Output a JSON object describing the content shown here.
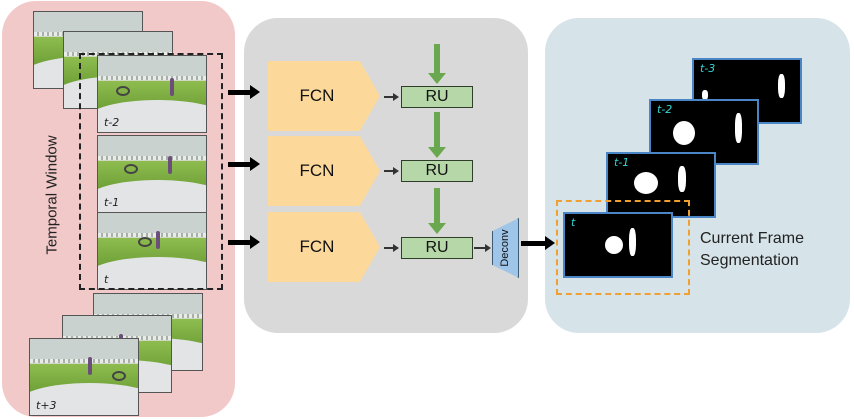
{
  "left": {
    "temporal_window_label": "Temporal Window",
    "frame_labels": [
      "t-2",
      "t-1",
      "t",
      "t+3"
    ]
  },
  "middle": {
    "fcn_label": "FCN",
    "ru_label": "RU",
    "deconv_label": "Deconv"
  },
  "right": {
    "seg_labels": [
      "t-3",
      "t-2",
      "t-1",
      "t"
    ],
    "caption": "Current Frame Segmentation"
  },
  "colors": {
    "left_panel": "#f2c9c9",
    "middle_panel": "#d9d9d9",
    "right_panel": "#d6e3e8",
    "fcn": "#fcd99a",
    "ru": "#b6d7a8",
    "deconv": "#9fc5e8",
    "current_highlight": "#f0a030",
    "seg_label": "#33d6d6"
  }
}
